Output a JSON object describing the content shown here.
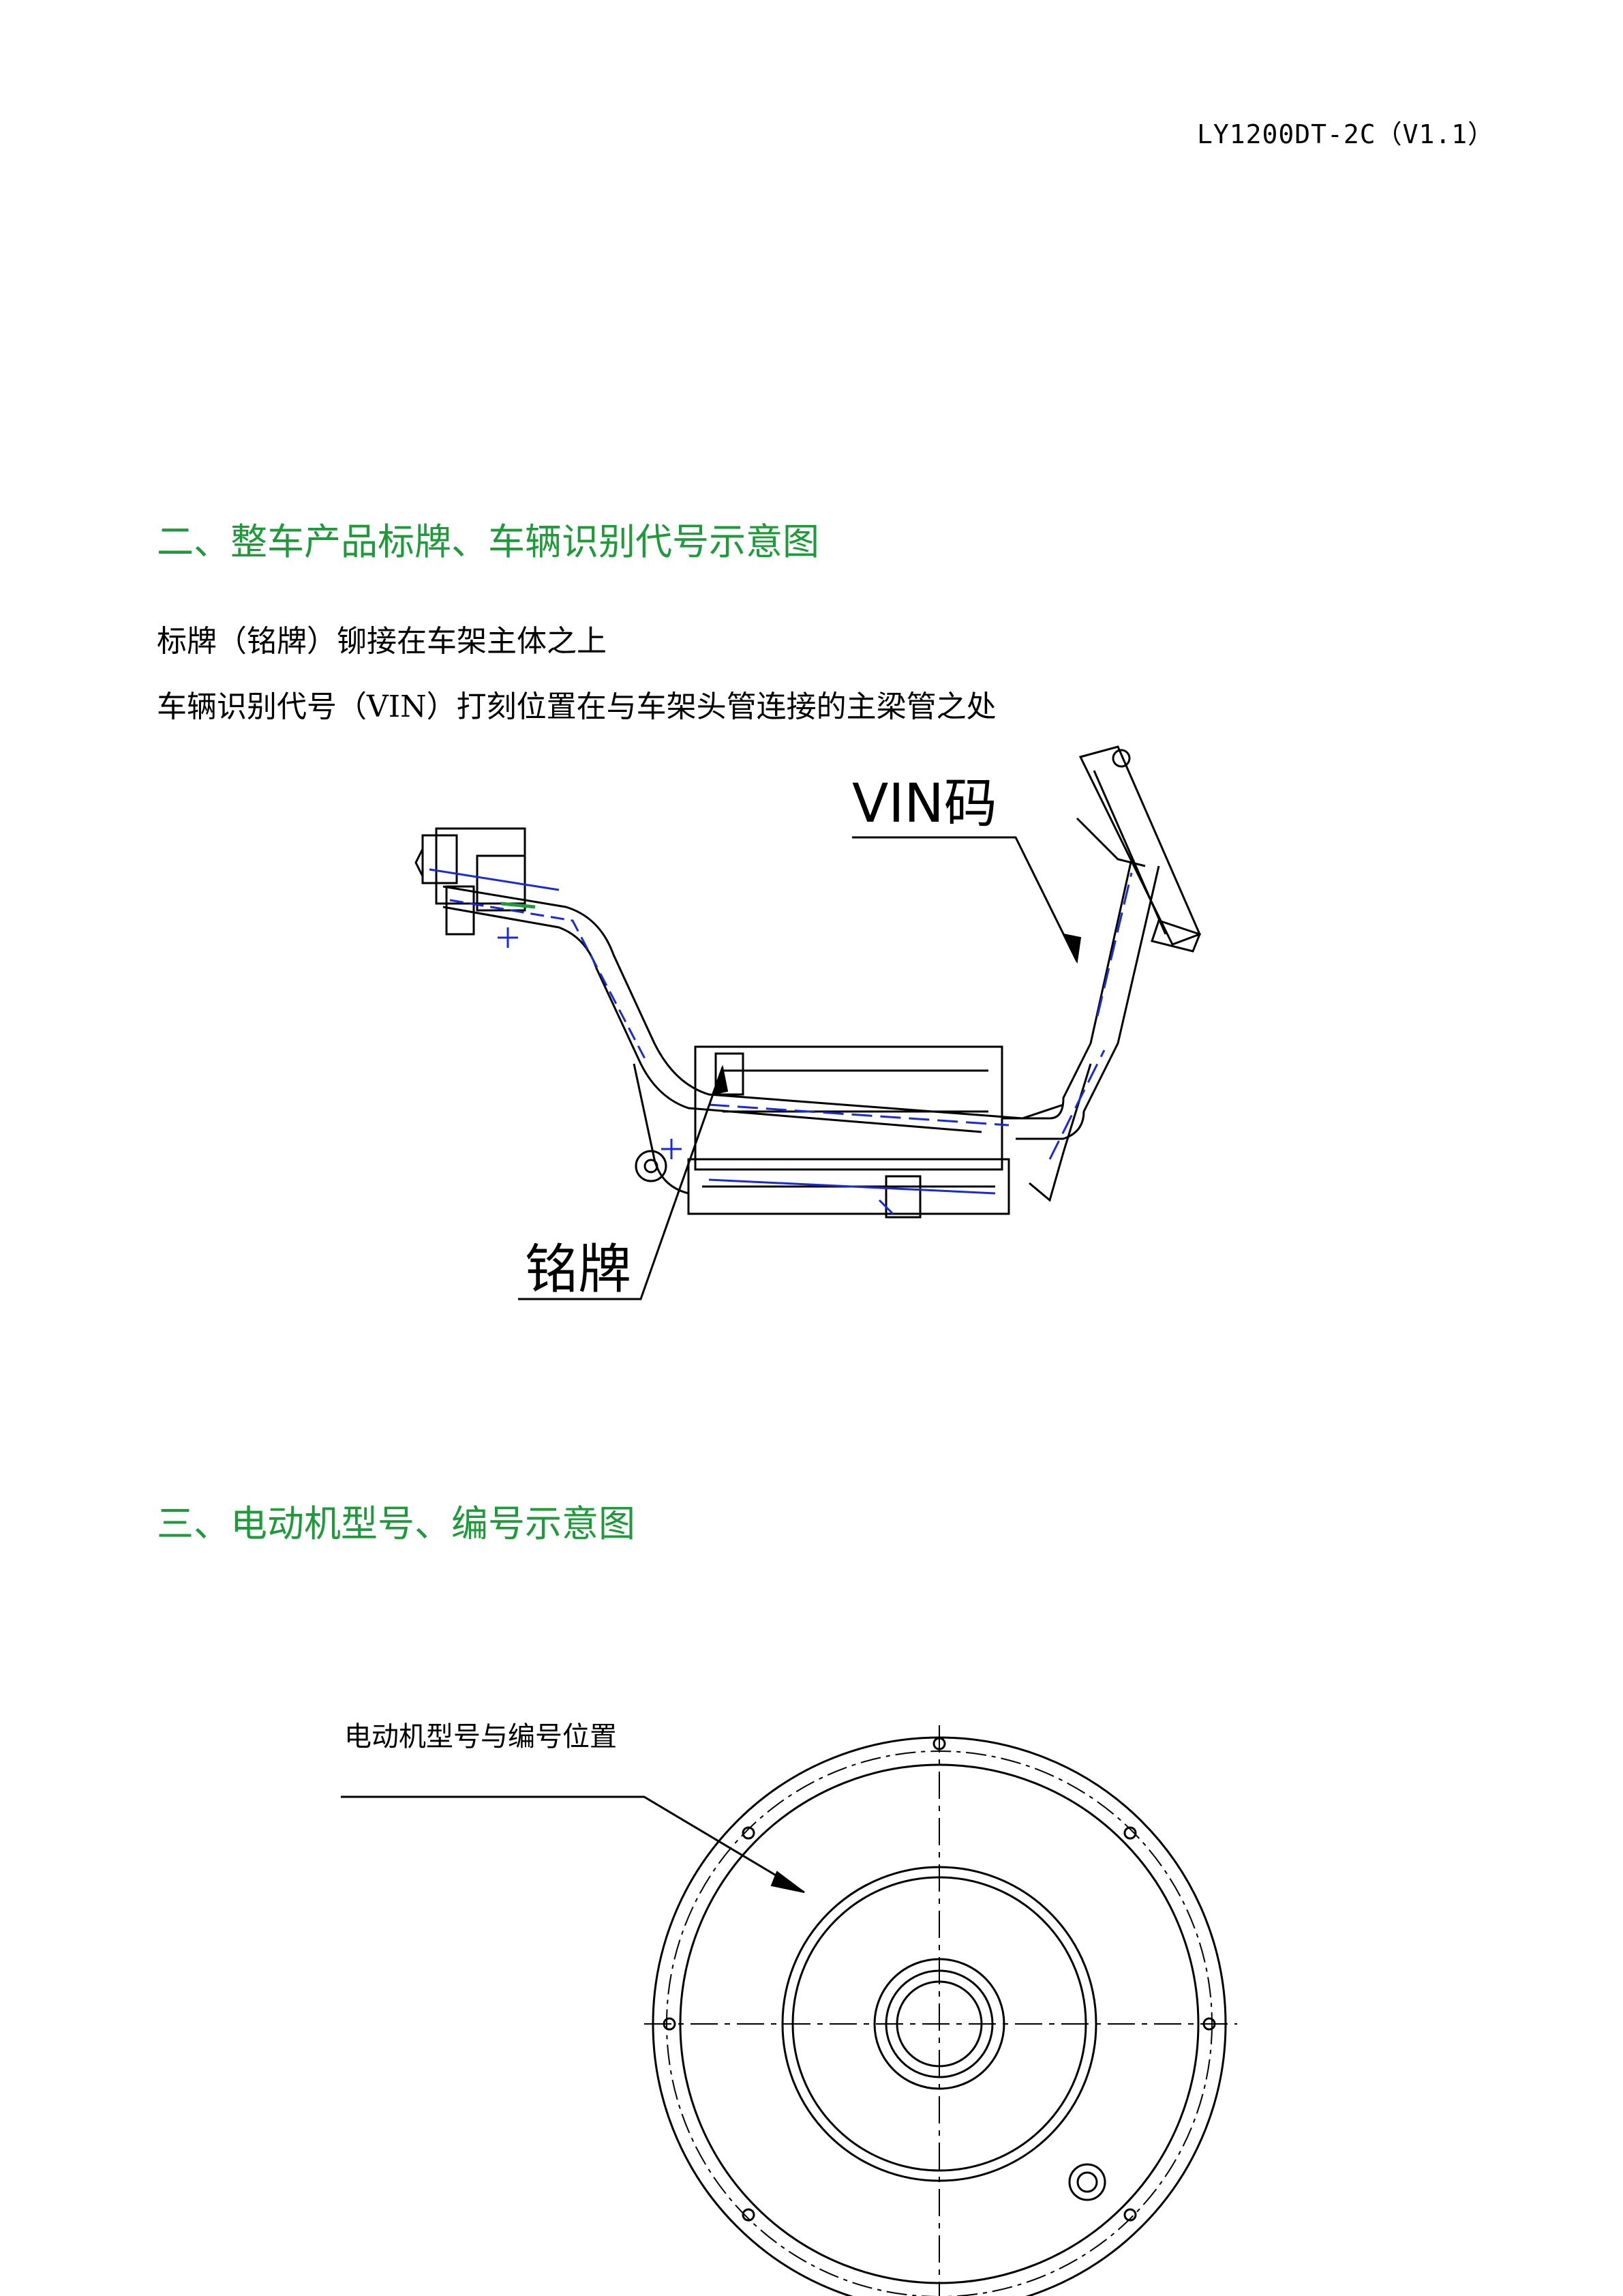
{
  "header": {
    "doc_code": "LY1200DT-2C（V1.1）"
  },
  "section2": {
    "heading": "二、整车产品标牌、车辆识别代号示意图",
    "line1": "标牌（铭牌）铆接在车架主体之上",
    "line2": "车辆识别代号（VIN）打刻位置在与车架头管连接的主梁管之处",
    "figure": {
      "vin_label": "VIN码",
      "nameplate_label": "铭牌"
    }
  },
  "section3": {
    "heading": "三、电动机型号、编号示意图",
    "figure": {
      "motor_label": "电动机型号与编号位置"
    }
  },
  "colors": {
    "heading": "#1f9a3a",
    "drawing_line": "#000000",
    "drawing_blue": "#1a2bd6",
    "drawing_green": "#1f9a3a"
  }
}
